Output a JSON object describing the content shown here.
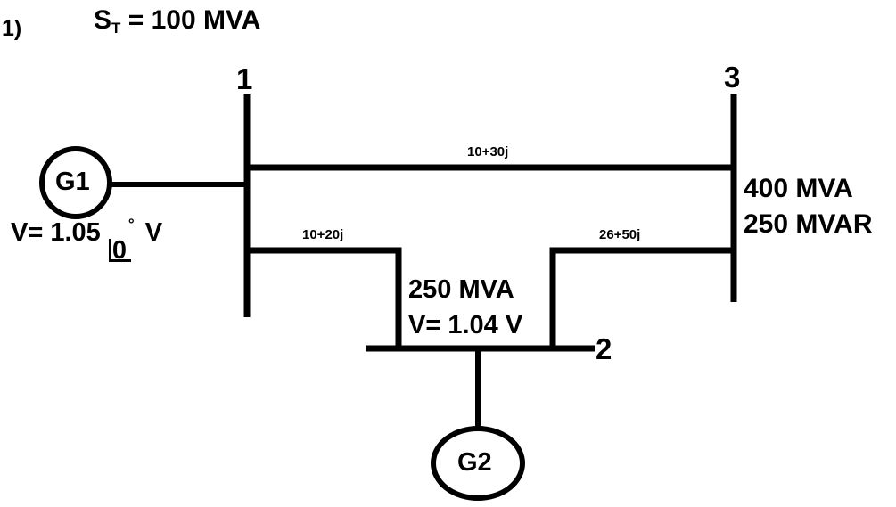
{
  "diagram": {
    "question_number": "1)",
    "base_power": {
      "symbol": "S",
      "subscript": "T",
      "equation": " = 100 MVA"
    },
    "buses": [
      {
        "id": "bus-1",
        "label": "1"
      },
      {
        "id": "bus-2",
        "label": "2"
      },
      {
        "id": "bus-3",
        "label": "3"
      }
    ],
    "generators": [
      {
        "id": "g1",
        "label": "G1"
      },
      {
        "id": "g2",
        "label": "G2"
      }
    ],
    "source_voltage": {
      "prefix": "V= 1.05 ",
      "angle_value": "0",
      "degree": "°",
      "unit": "V"
    },
    "lines": [
      {
        "id": "line-1-3",
        "impedance": "10+30j",
        "from": "1",
        "to": "3"
      },
      {
        "id": "line-1-2",
        "impedance": "10+20j",
        "from": "1",
        "to": "2"
      },
      {
        "id": "line-3-2",
        "impedance": "26+50j",
        "from": "3",
        "to": "2"
      }
    ],
    "loads": [
      {
        "id": "load-bus3",
        "power": "400 MVA",
        "reactive": "250 MVAR"
      }
    ],
    "bus2_annotation": {
      "power": "250 MVA",
      "voltage": "V= 1.04 V"
    },
    "stroke_color": "#000000"
  }
}
